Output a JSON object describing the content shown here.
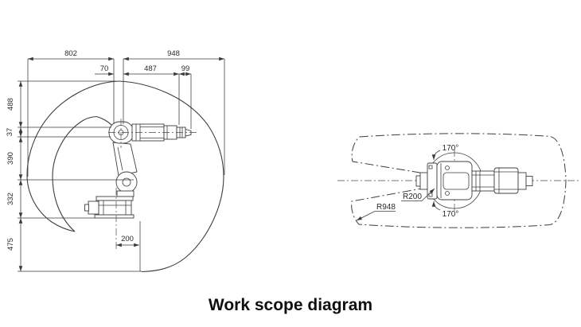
{
  "title": "Work scope diagram",
  "colors": {
    "line": "#3d3d3d",
    "dim_text": "#2a2a2a",
    "title_text": "#0f0f0f",
    "background": "#ffffff"
  },
  "side_view": {
    "dim_top_left": "802",
    "dim_top_right": "948",
    "dim_offset": "70",
    "dim_forearm": "487",
    "dim_tool": "99",
    "dim_height_1": "488",
    "dim_height_2": "37",
    "dim_height_3": "390",
    "dim_height_4": "332",
    "dim_height_5": "475",
    "dim_base_offset": "200"
  },
  "top_view": {
    "angle_upper": "170°",
    "angle_lower": "170°",
    "radius_min": "R200",
    "radius_max": "R948"
  }
}
